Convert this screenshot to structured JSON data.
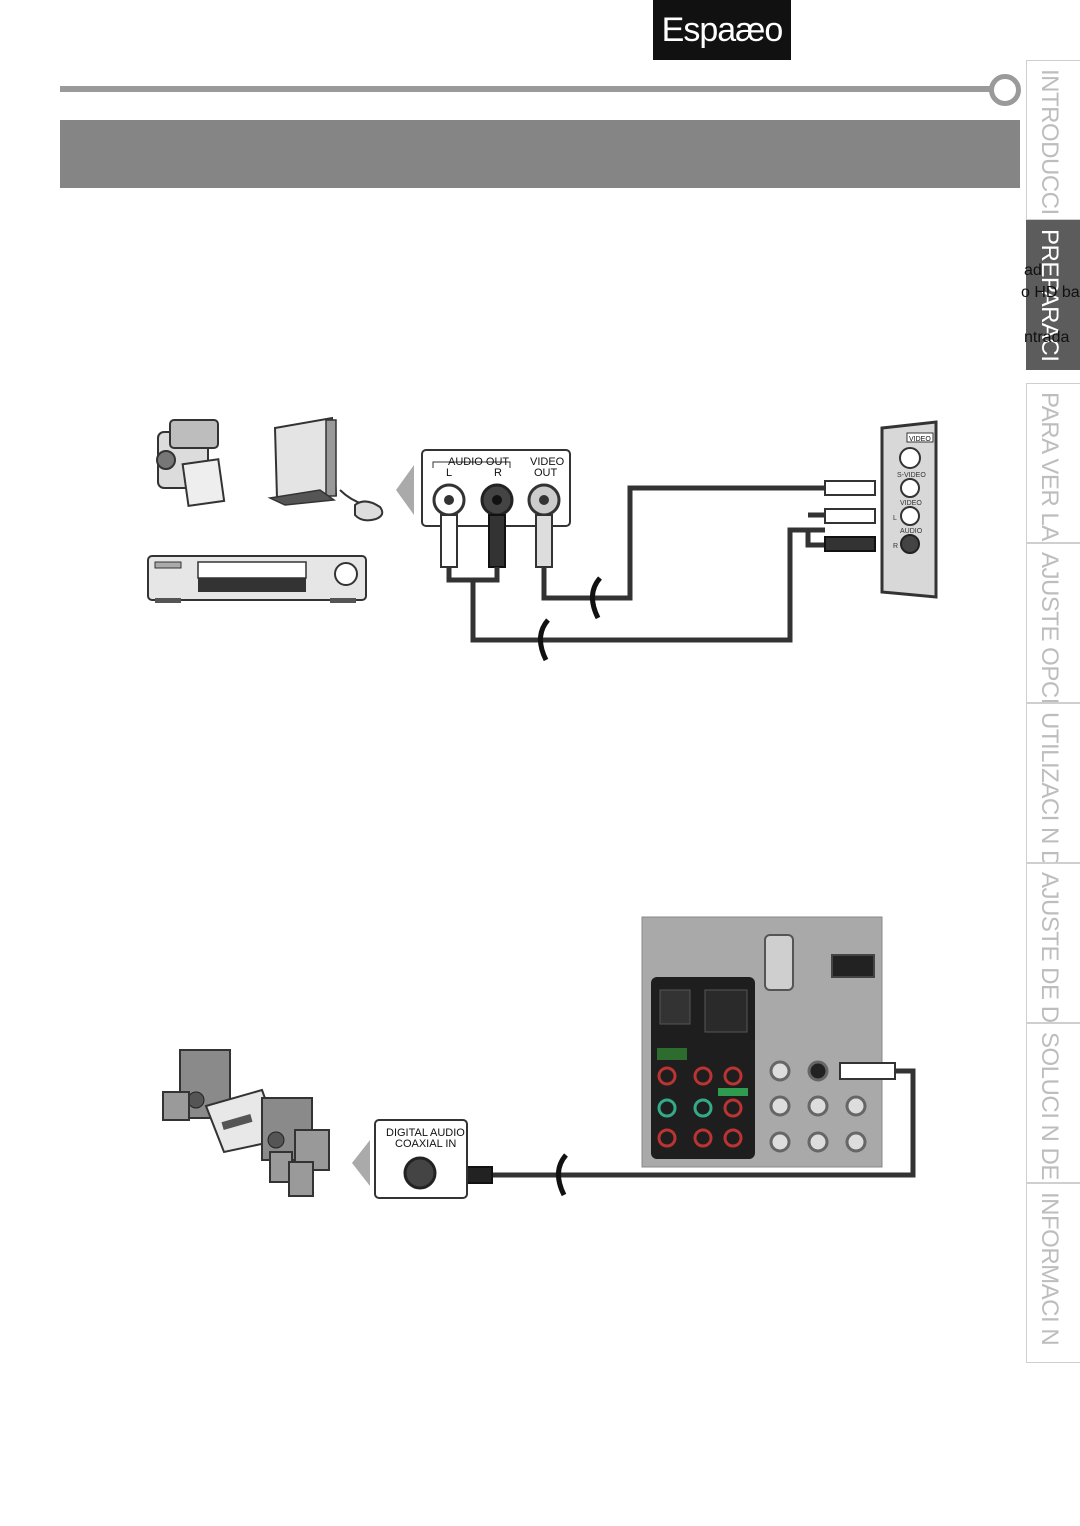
{
  "header": {
    "language_badge": "Espaæo"
  },
  "side_tabs": [
    {
      "label": "INTRODUCCI",
      "active": false
    },
    {
      "label": "PREPARACI",
      "active": true
    },
    {
      "label": "PARA VER LA TELEVISI",
      "active": false
    },
    {
      "label": "AJUSTE OPCIONAL",
      "active": false
    },
    {
      "label": "UTILIZACI N DEL DVD",
      "active": false
    },
    {
      "label": "AJUSTE DE DVD",
      "active": false
    },
    {
      "label": "SOLUCI N DE PROBLEMAS",
      "active": false
    },
    {
      "label": "INFORMACI N",
      "active": false
    }
  ],
  "overflow_fragments": [
    "ad",
    "o HD ba",
    "ntrada"
  ],
  "diagram1": {
    "audio_out_label": "AUDIO OUT",
    "audio_left": "L",
    "audio_right": "R",
    "video_out_line1": "VIDEO",
    "video_out_line2": "OUT",
    "tv_panel_video": "VIDEO",
    "tv_svideo": "S-VIDEO",
    "tv_video": "VIDEO",
    "tv_audio": "AUDIO",
    "tv_l": "L",
    "tv_r": "R"
  },
  "diagram2": {
    "digital_audio_line1": "DIGITAL AUDIO",
    "digital_audio_line2": "COAXIAL IN"
  },
  "colors": {
    "badge_bg": "#111111",
    "title_bar": "#858585",
    "active_tab": "#5c5c5c",
    "inactive_tab_text": "#bdbdbd",
    "cable": "#333333"
  }
}
